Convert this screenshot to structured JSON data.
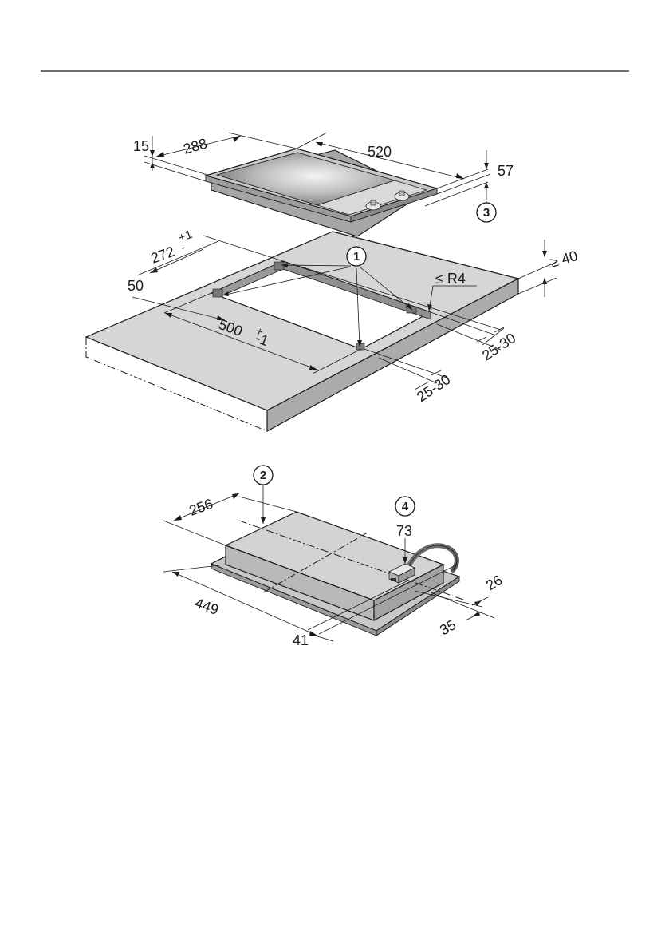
{
  "figure": {
    "top_view": {
      "labels": {
        "d15": "15",
        "d288": "288",
        "d520": "520",
        "d57": "57",
        "d272": "272",
        "tol272": "+1",
        "tol272b": "-",
        "d50": "50",
        "d500": "500",
        "tol500a": "+",
        "tol500b": "-1",
        "d40": "≥ 40",
        "r4": "≤ R4",
        "gap1": "25-30",
        "gap2": "25-30"
      },
      "callouts": [
        "1",
        "3"
      ]
    },
    "bottom_view": {
      "labels": {
        "d256": "256",
        "d73": "73",
        "d449": "449",
        "d41": "41",
        "d26": "26",
        "d35": "35"
      },
      "callouts": [
        "2",
        "4"
      ]
    },
    "colors": {
      "line": "#1a1a1a",
      "counter_top": "#d6d6d6",
      "counter_front": "#b4b4b4",
      "counter_side": "#a9a9a9",
      "hob_frame": "#c8c8c8",
      "glass_dark": "#5a5a5a",
      "glass_light": "#f0f0f0"
    }
  }
}
